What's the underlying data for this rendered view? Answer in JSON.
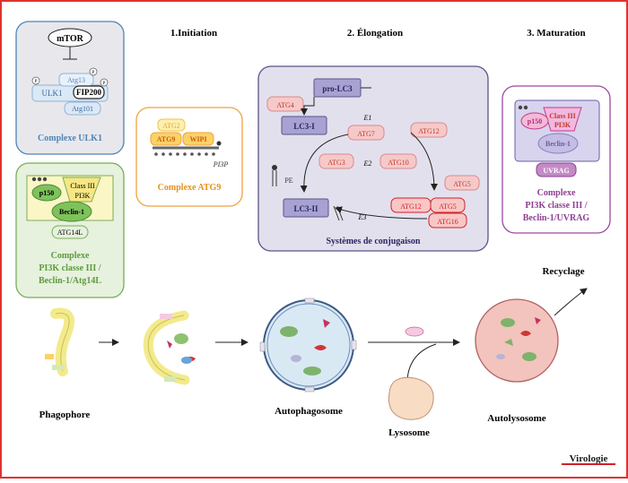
{
  "header": {
    "stage1": "1.Initiation",
    "stage2": "2. Élongation",
    "stage3": "3. Maturation"
  },
  "ulk1_complex": {
    "mtor": "mTOR",
    "atg13": "Atg13",
    "ulk1": "ULK1",
    "fip200": "FIP200",
    "atg101": "Atg101",
    "p": "P",
    "title": "Complexe ULK1"
  },
  "pi3k_atg14l_complex": {
    "p150": "p150",
    "class3": "Class III",
    "pi3k": "PI3K",
    "beclin": "Beclin-1",
    "atg14l": "ATG14L",
    "title1": "Complexe",
    "title2": "PI3K classe III /",
    "title3": "Beclin-1/Atg14L"
  },
  "atg9_complex": {
    "atg2": "ATG2",
    "atg9": "ATG9",
    "wipi": "WIPI",
    "pi3p": "PI3P",
    "title": "Complexe ATG9"
  },
  "conjugation": {
    "prolc3": "pro-LC3",
    "atg4": "ATG4",
    "lc3i": "LC3-I",
    "e1": "E1",
    "atg7": "ATG7",
    "atg12": "ATG12",
    "atg3": "ATG3",
    "e2": "E2",
    "atg10": "ATG10",
    "pe": "PE",
    "atg5": "ATG5",
    "lc3ii": "LC3-II",
    "e3": "E3",
    "atg12b": "ATG12",
    "atg5b": "ATG5",
    "atg16": "ATG16",
    "title": "Systèmes de conjugaison"
  },
  "uvrag_complex": {
    "p150": "p150",
    "class3": "Class III",
    "pi3k": "PI3K",
    "beclin": "Beclin-1",
    "uvrag": "UVRAG",
    "title1": "Complexe",
    "title2": "PI3K classe III /",
    "title3": "Beclin-1/UVRAG"
  },
  "pathway": {
    "phagophore": "Phagophore",
    "autophagosome": "Autophagosome",
    "lysosome": "Lysosome",
    "autolysosome": "Autolysosome",
    "recyclage": "Recyclage"
  },
  "logo": {
    "text": "Virologie"
  },
  "colors": {
    "frame": "#e0322f",
    "ulk_fill": "#e3eef8",
    "ulk_border": "#4f84b8",
    "green_fill": "#e6f1de",
    "green_border": "#79ad57",
    "orange_border": "#f2a23c",
    "purple_fill": "#e3e0ee",
    "purple_border": "#5a5488",
    "violet_border": "#9a4a9e",
    "red_text": "#d0212a",
    "pink_fill": "#f6c9c9"
  }
}
